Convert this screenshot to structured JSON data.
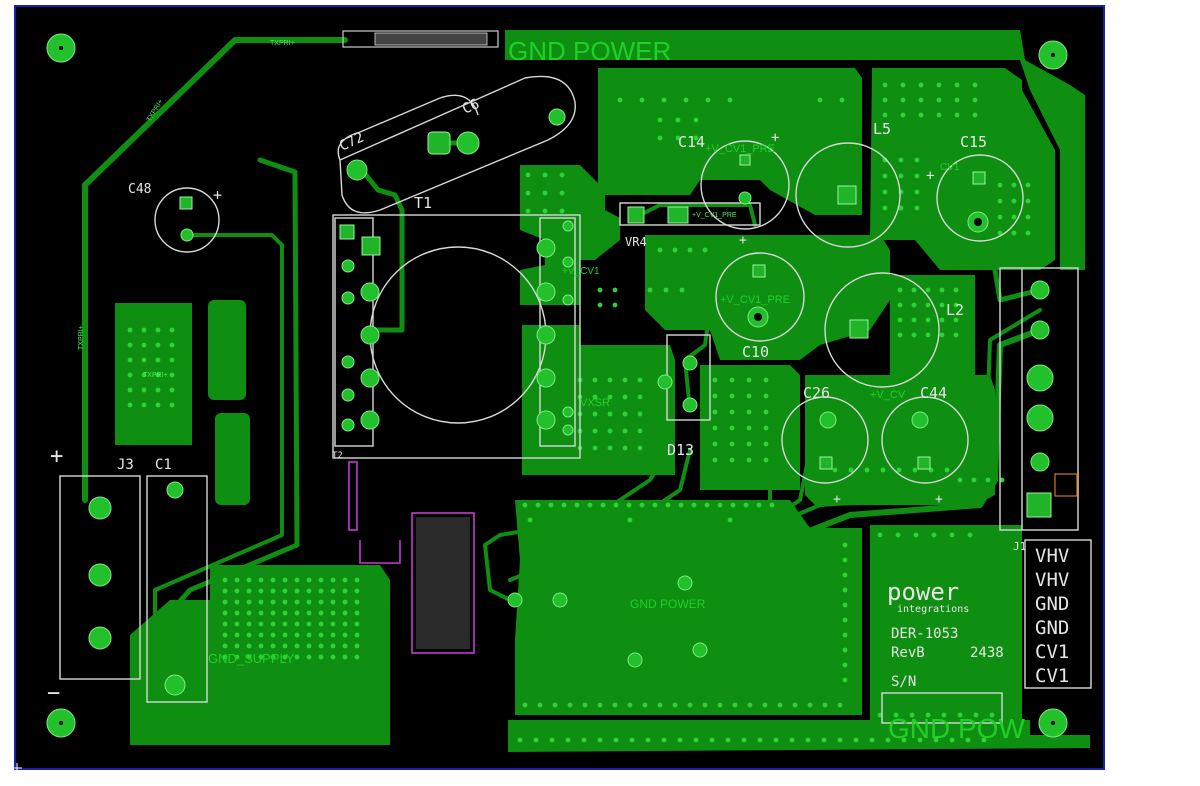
{
  "board": {
    "colors": {
      "background": "#000000",
      "copper": "#0E8F12",
      "pad": "#22C02A",
      "silkscreen": "#E6E6E6",
      "outline": "#1C1FA8"
    },
    "nets": {
      "txpri_top": "TXPRI+",
      "txpri_diag": "TXPRI+",
      "txpri_left": "TXPRI+",
      "txpri_pour": "TXPRI+",
      "gnd_power_top": "GND POWER",
      "gnd_power_mid": "GND POWER",
      "gnd_power_bottom": "GND POW",
      "gnd_supply": "GND_SUPPLY",
      "cv1_pre_top": "+V_CV1_PRE",
      "cv1_pre_mid": "+V_CV1_PRE",
      "vcv1": "+V_CV1",
      "v_cv": "+V_CV",
      "cv1": "CV1",
      "vxsr": "VXSR",
      "vr4_net": "+V_CV1_PRE"
    },
    "refdes": {
      "c48": "C48",
      "c72": "C72",
      "c6": "C6",
      "t1": "T1",
      "t2": "T2",
      "c14": "C14",
      "l5": "L5",
      "c15": "C15",
      "vr4": "VR4",
      "c10": "C10",
      "l2": "L2",
      "c26": "C26",
      "c44": "C44",
      "d13": "D13",
      "j3": "J3",
      "c1": "C1",
      "j1": "J1"
    },
    "polarity": {
      "plus": "+",
      "minus": "−"
    },
    "logo": {
      "brand": "power",
      "sub": "integrations"
    },
    "board_id": "DER-1053",
    "revision": "RevB",
    "date_code": "2438",
    "serial_label": "S/N",
    "connector_pins": [
      "VHV",
      "VHV",
      "GND",
      "GND",
      "CV1",
      "CV1"
    ]
  }
}
